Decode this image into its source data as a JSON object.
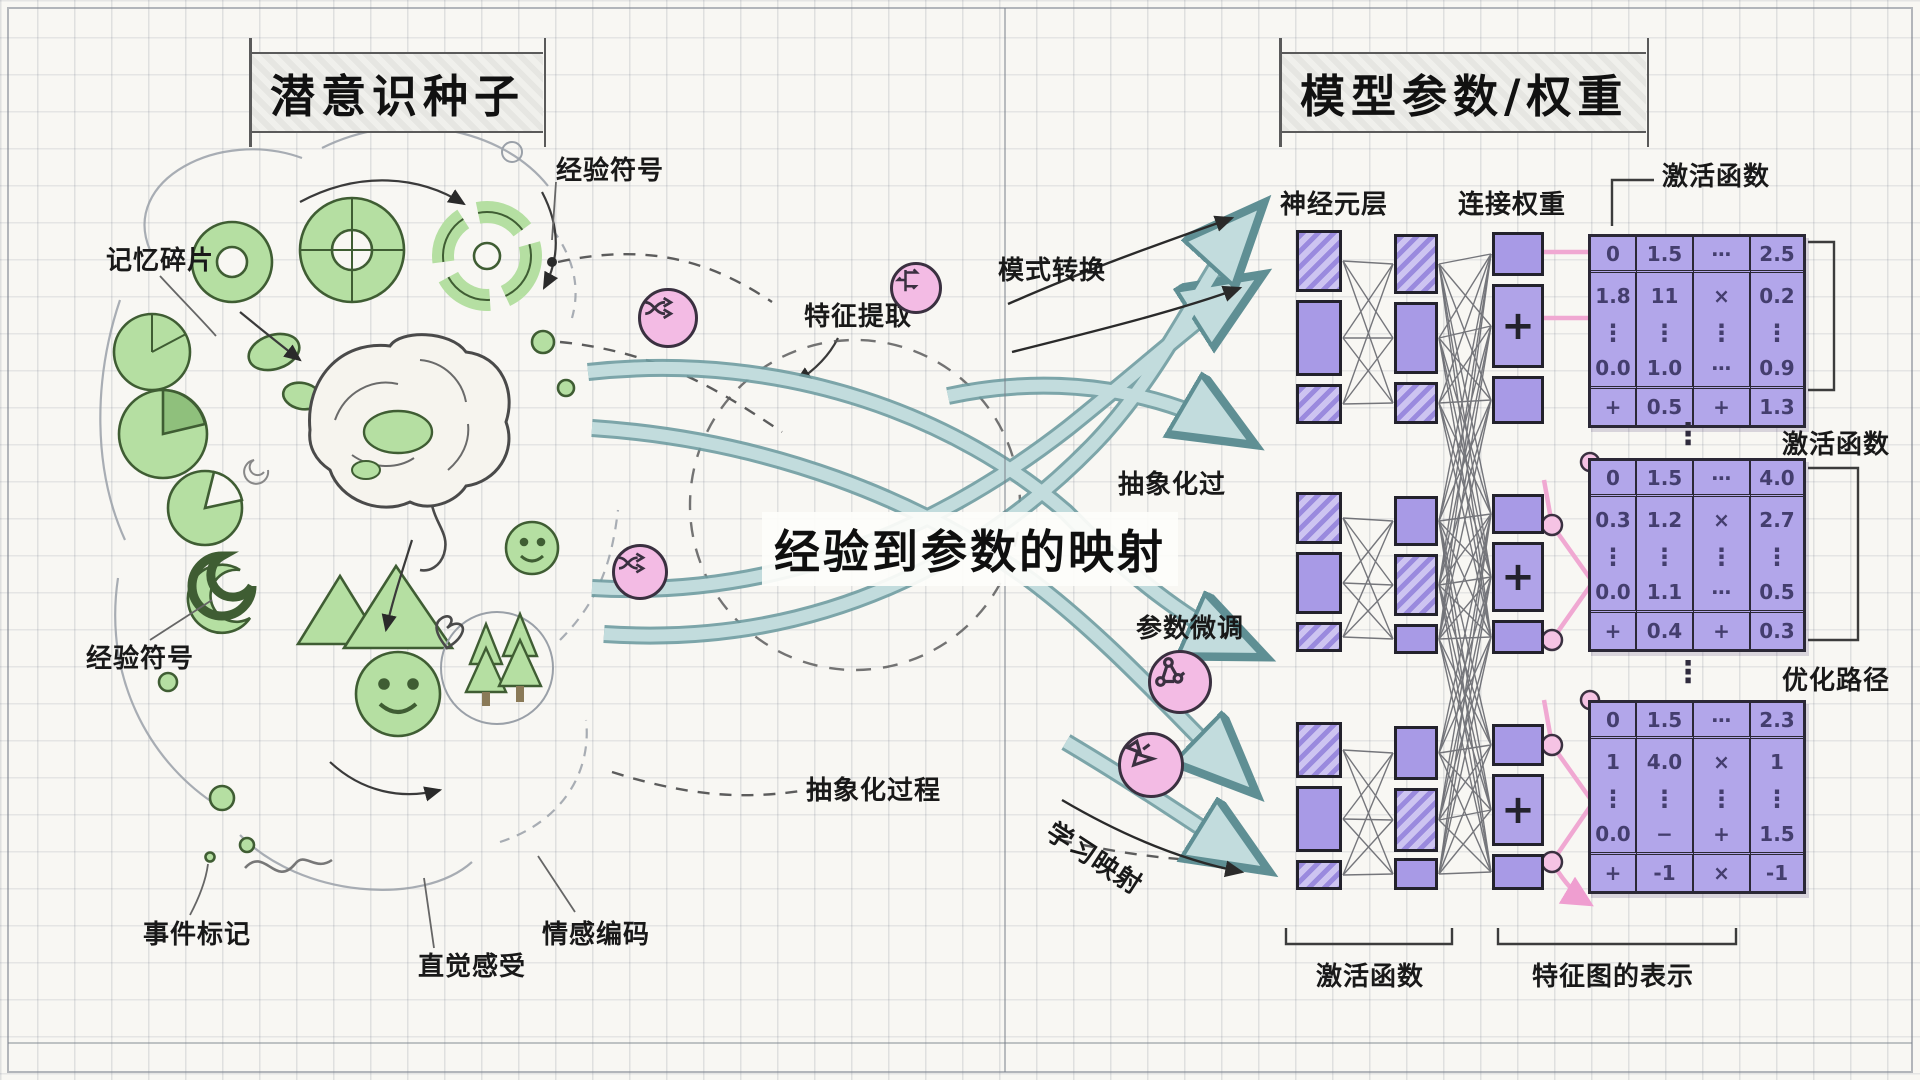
{
  "left": {
    "title": "潜意识种子",
    "labels": {
      "memory_fragments": "记忆碎片",
      "experience_symbols_top": "经验符号",
      "experience_symbols_side": "经验符号",
      "event_markers": "事件标记",
      "intuition": "直觉感受",
      "emotion_encoding": "情感编码"
    }
  },
  "center": {
    "title": "经验到参数的映射",
    "labels": {
      "feature_extraction": "特征提取",
      "pattern_transform": "模式转换",
      "abstraction": "抽象化过",
      "parameter_finetune": "参数微调",
      "abstraction_process": "抽象化过程",
      "learning_mapping": "学习映射"
    }
  },
  "right": {
    "title": "模型参数/权重",
    "labels": {
      "neuron_layers": "神经元层",
      "connection_weights": "连接权重",
      "activation_top": "激活函数",
      "activation_mid": "激活函数",
      "optimization_path": "优化路径",
      "activation_bottom": "激活函数",
      "feature_map": "特征图的表示"
    },
    "plus": "+",
    "matrices": [
      {
        "rows": [
          [
            "0",
            "1.5",
            "⋯",
            "2.5"
          ],
          [
            "1.8",
            "11",
            "×",
            "0.2"
          ],
          [
            "⋮",
            "⋮",
            "⋮",
            "⋮"
          ],
          [
            "0.0",
            "1.0",
            "⋯",
            "0.9"
          ],
          [
            "+",
            "0.5",
            "+",
            "1.3"
          ]
        ]
      },
      {
        "rows": [
          [
            "0",
            "1.5",
            "⋯",
            "4.0"
          ],
          [
            "0.3",
            "1.2",
            "×",
            "2.7"
          ],
          [
            "⋮",
            "⋮",
            "⋮",
            "⋮"
          ],
          [
            "0.0",
            "1.1",
            "⋯",
            "0.5"
          ],
          [
            "+",
            "0.4",
            "+",
            "0.3"
          ]
        ]
      },
      {
        "rows": [
          [
            "0",
            "1.5",
            "⋯",
            "2.3"
          ],
          [
            "1",
            "4.0",
            "×",
            "1"
          ],
          [
            "⋮",
            "⋮",
            "⋮",
            "⋮"
          ],
          [
            "0.0",
            "−",
            "+",
            "1.5"
          ],
          [
            "+",
            "-1",
            "×",
            "-1"
          ]
        ]
      }
    ]
  },
  "colors": {
    "green": "#b5dfa2",
    "purple": "#a89ae6",
    "purple_light": "#cdc4f1",
    "pink": "#f3bbe4",
    "teal": "#c2dcdd",
    "ink": "#222222"
  }
}
